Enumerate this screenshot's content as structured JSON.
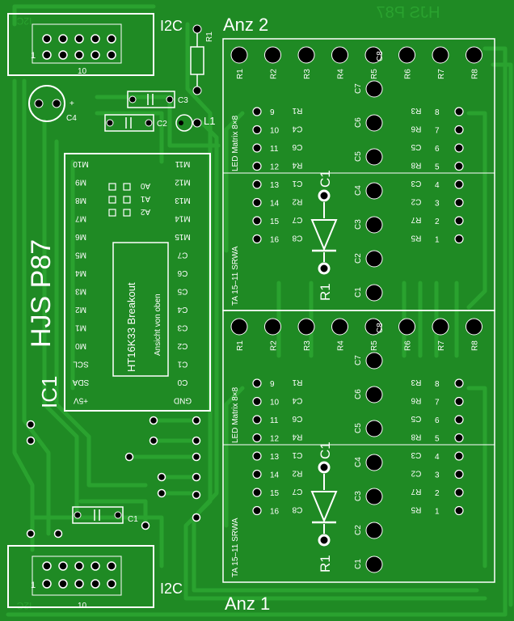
{
  "board": {
    "title": "HJS P87",
    "mirrored_title": "HJS P87",
    "ic_label": "IC1",
    "display_top": "Anz 2",
    "display_bottom": "Anz 1",
    "connector_label": "I2C",
    "mirrored_connector_label": "I2C",
    "pin_one": "1",
    "pin_ten": "10",
    "colors": {
      "board": "#1f8a24",
      "trace": "#2aa22f",
      "silk": "#ffffff",
      "pad": "#000000"
    }
  },
  "components": {
    "r1": "R1",
    "c1": "C1",
    "c2": "C2",
    "c3": "C3",
    "c4": "C4",
    "l1": "L1",
    "plus": "+"
  },
  "breakout": {
    "title": "HT16K33 Breakout",
    "subtitle": "Ansicht von oben",
    "left_pins": [
      "M10",
      "M9",
      "M8",
      "M7",
      "M6",
      "M5",
      "M4",
      "M3",
      "M2",
      "M1",
      "M0",
      "SCL",
      "SDA",
      "+5V"
    ],
    "right_pins": [
      "M11",
      "M12",
      "M13",
      "M14",
      "M15",
      "C7",
      "C6",
      "C5",
      "C4",
      "C3",
      "C2",
      "C1",
      "C0",
      "GND"
    ],
    "address": [
      "A0",
      "A1",
      "A2"
    ]
  },
  "matrix": {
    "type_label": "LED Matrix 8×8",
    "part_label": "TA 15–11 SRWA",
    "top_row": [
      "R1",
      "R2",
      "R3",
      "R4",
      "R5",
      "R6",
      "R7",
      "R8"
    ],
    "top_row_c8": "C8",
    "center_col": [
      "C7",
      "C6",
      "C5",
      "C4",
      "C3",
      "C2",
      "C1"
    ],
    "left_nums": [
      "9",
      "10",
      "11",
      "12",
      "13",
      "14",
      "15",
      "16"
    ],
    "left_sigs": [
      "R1",
      "C4",
      "C6",
      "R4",
      "C1",
      "R2",
      "C7",
      "C8"
    ],
    "right_nums": [
      "8",
      "7",
      "6",
      "5",
      "4",
      "3",
      "2",
      "1"
    ],
    "right_sigs": [
      "R3",
      "R6",
      "C5",
      "R8",
      "C3",
      "C2",
      "R7",
      "R5"
    ],
    "diode_anode": "C1",
    "diode_cathode": "R1"
  }
}
